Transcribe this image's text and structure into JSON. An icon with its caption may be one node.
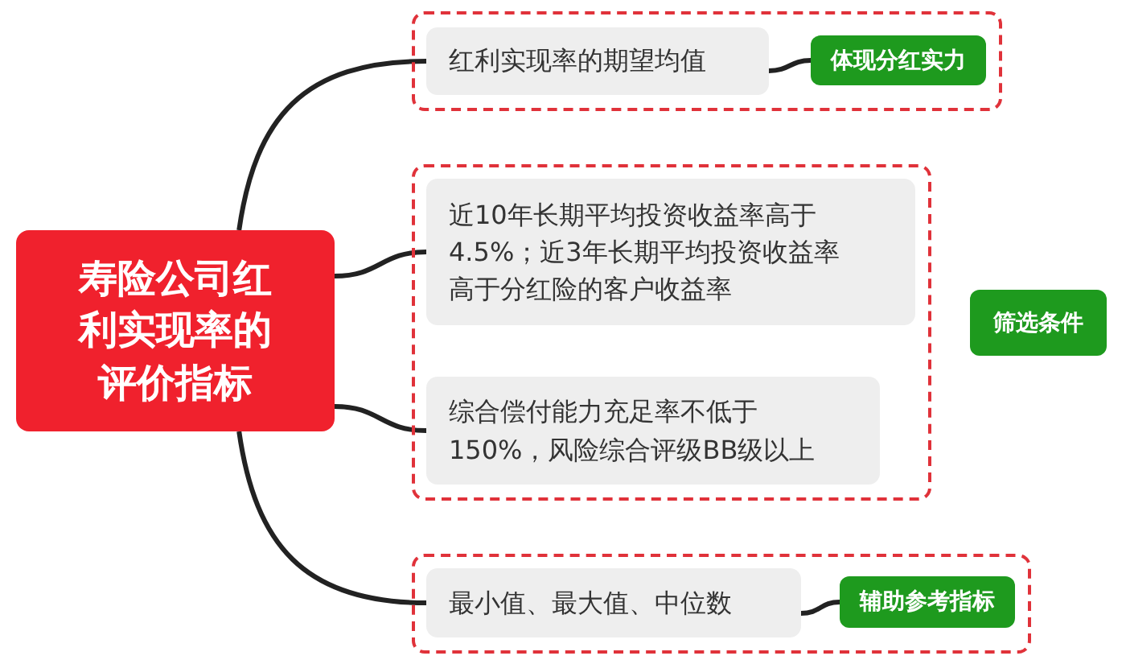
{
  "diagram": {
    "nodes": [
      {
        "text": [
          "寿险公司红利实现率的评价指标"
        ]
      },
      {
        "text": [],
        "shape": "box"
      },
      {
        "text": [
          "红利实现率的期望均值"
        ],
        "in": 1
      },
      {
        "text": [
          "体现分红实力"
        ],
        "in": 1
      },
      {
        "text": [],
        "shape": "box"
      },
      {
        "text": [
          "近10年长期平均投资收益率高于4.5%；近3年长期平均投资收益率高于分红险的客户收益率"
        ],
        "in": 4
      },
      {
        "text": [
          "综合偿付能力充足率不低于150%，风险综合评级BB级以上"
        ],
        "in": 4
      },
      {
        "text": [
          "筛选条件"
        ]
      },
      {
        "text": [],
        "shape": "box"
      },
      {
        "text": [
          "最小值、最大值、中位数"
        ],
        "in": 8
      },
      {
        "text": [
          "辅助参考指标"
        ],
        "in": 8
      }
    ],
    "edges": [
      {
        "from": 0,
        "to": 2,
        "arrow": "none"
      },
      {
        "from": 0,
        "to": 5,
        "arrow": "none"
      },
      {
        "from": 0,
        "to": 6,
        "arrow": "none"
      },
      {
        "from": 0,
        "to": 9,
        "arrow": "none"
      },
      {
        "from": 2,
        "to": 3,
        "arrow": "none"
      },
      {
        "from": 9,
        "to": 10,
        "arrow": "none"
      }
    ]
  }
}
